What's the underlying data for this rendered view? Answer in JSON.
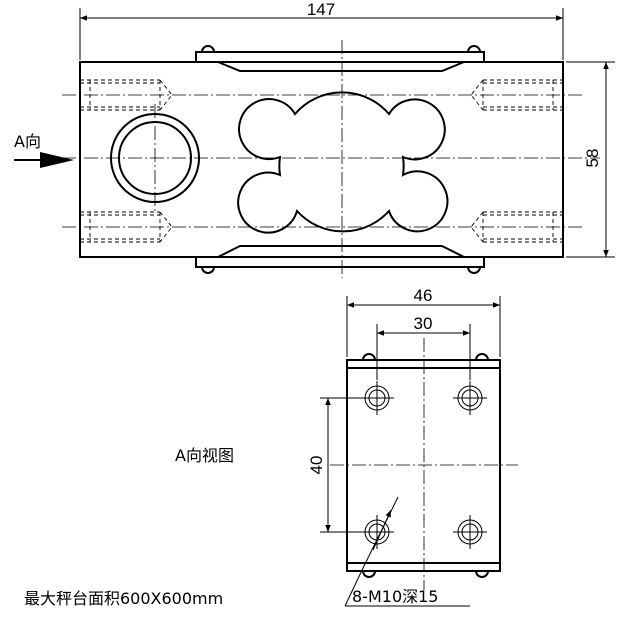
{
  "dimensions": {
    "overall_length": "147",
    "height": "58",
    "end_width": "46",
    "hole_spacing_h": "30",
    "hole_spacing_v": "40"
  },
  "labels": {
    "view_direction": "A向",
    "view_title": "A向视图",
    "thread_spec": "8-M10深15",
    "platform_note": "最大秤台面积600X600mm"
  }
}
